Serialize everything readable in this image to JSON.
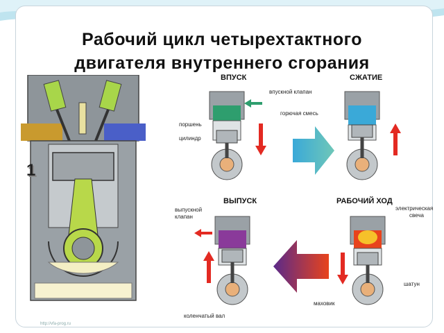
{
  "slide": {
    "title_line1": "Рабочий цикл четырехтактного",
    "title_line2": "двигателя внутреннего сгорания",
    "step_number": "1",
    "footer_url": "http://vfa-prog.ru"
  },
  "phases": {
    "intake": "ВПУСК",
    "compression": "СЖАТИЕ",
    "exhaust": "ВЫПУСК",
    "power": "РАБОЧИЙ ХОД"
  },
  "labels": {
    "intake_valve": "впускной клапан",
    "fuel_mixture": "горючая смесь",
    "piston": "поршень",
    "cylinder": "цилиндр",
    "exhaust_valve_1": "выпускной",
    "exhaust_valve_2": "клапан",
    "spark_plug_1": "электрическая",
    "spark_plug_2": "свеча",
    "connecting_rod": "шатун",
    "flywheel": "маховик",
    "crankshaft": "коленчатый вал"
  },
  "colors": {
    "intake_gas": "#2e9e6e",
    "compressed_gas": "#3aa9d8",
    "burning_gas": "#e8431c",
    "exhaust_gas": "#8a3a9a",
    "arrow_red": "#e32a22",
    "block_gray": "#8e959a"
  }
}
